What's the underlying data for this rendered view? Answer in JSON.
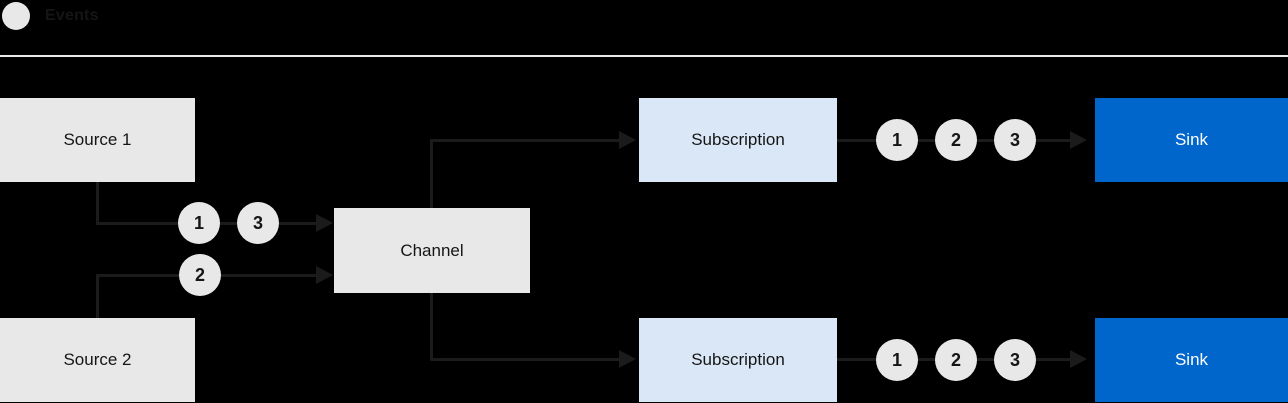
{
  "legend": {
    "label": "Events"
  },
  "nodes": {
    "source1": {
      "label": "Source 1"
    },
    "source2": {
      "label": "Source 2"
    },
    "channel": {
      "label": "Channel"
    },
    "subscription_top": {
      "label": "Subscription"
    },
    "subscription_bottom": {
      "label": "Subscription"
    },
    "sink_top": {
      "label": "Sink"
    },
    "sink_bottom": {
      "label": "Sink"
    }
  },
  "events": {
    "source1_to_channel": [
      "1",
      "3"
    ],
    "source2_to_channel": [
      "2"
    ],
    "subscription_top_to_sink": [
      "1",
      "2",
      "3"
    ],
    "subscription_bottom_to_sink": [
      "1",
      "2",
      "3"
    ]
  },
  "colors": {
    "background": "#000000",
    "node_gray": "#e8e8e8",
    "subscription_blue": "#d9e7f6",
    "sink_blue": "#0066cc",
    "line": "#1b1b1b",
    "text_dark": "#151515",
    "text_light": "#ffffff",
    "separator": "#e9e9e9"
  }
}
